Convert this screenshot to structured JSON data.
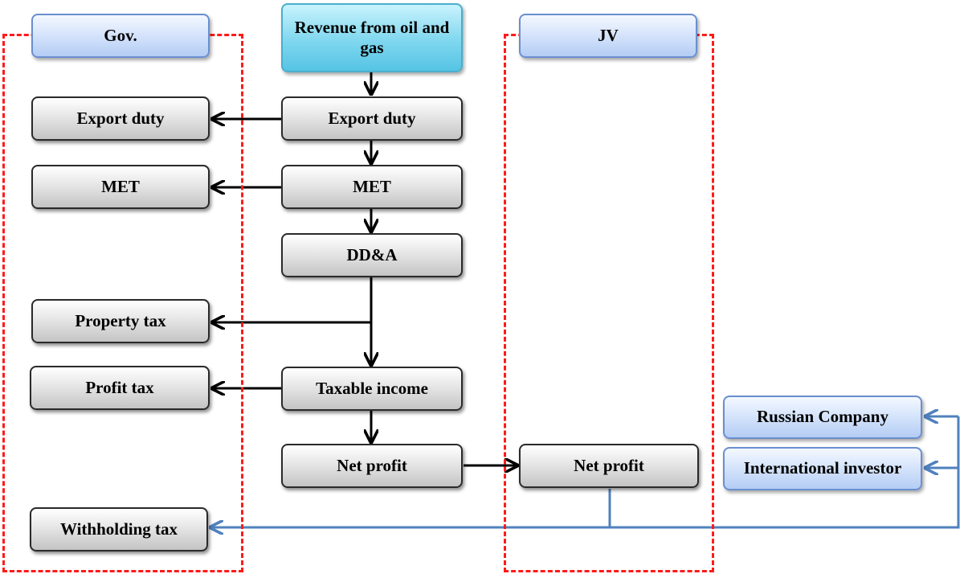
{
  "headers": {
    "gov": "Gov.",
    "source": "Revenue from oil and gas",
    "jv": "JV"
  },
  "gov_column": {
    "export_duty": "Export duty",
    "met": "MET",
    "property_tax": "Property tax",
    "profit_tax": "Profit tax",
    "withholding_tax": "Withholding tax"
  },
  "flow_column": {
    "export_duty": "Export duty",
    "met": "MET",
    "dda": "DD&A",
    "taxable_income": "Taxable income",
    "net_profit": "Net profit"
  },
  "jv_column": {
    "net_profit": "Net profit"
  },
  "investors": {
    "russian_company": "Russian Company",
    "international_investor": "International investor"
  },
  "colors": {
    "zone_border": "#ff1a1a",
    "black_arrow": "#000000",
    "blue_arrow": "#4f81bd"
  }
}
